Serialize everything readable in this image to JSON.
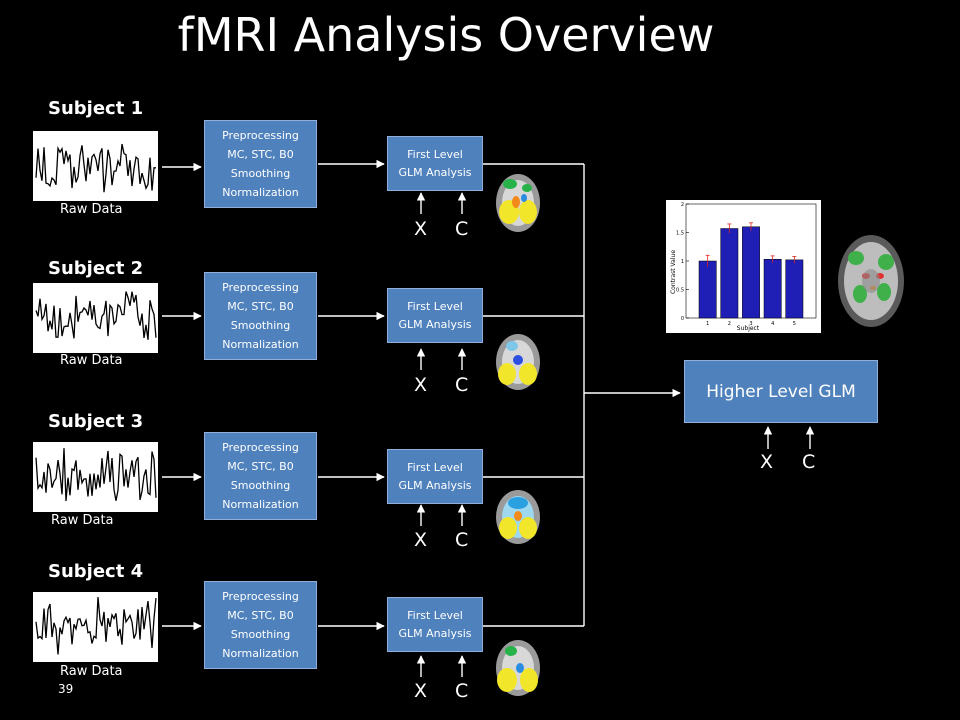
{
  "title": "fMRI Analysis Overview",
  "subjects": [
    {
      "label": "Subject 1",
      "raw_label": "Raw Data"
    },
    {
      "label": "Subject 2",
      "raw_label": "Raw Data"
    },
    {
      "label": "Subject 3",
      "raw_label": "Raw Data"
    },
    {
      "label": "Subject 4",
      "raw_label": "Raw Data"
    }
  ],
  "preprocessing": {
    "line1": "Preprocessing",
    "line2": "MC, STC, B0",
    "line3": "Smoothing",
    "line4": "Normalization"
  },
  "first_level": {
    "line1": "First Level",
    "line2": "GLM Analysis"
  },
  "higher_level": "Higher Level GLM",
  "design_labels": {
    "x": "X",
    "c": "C"
  },
  "page_number": "39",
  "colors": {
    "box_fill": "#4f81bd",
    "bar_fill": "#1f1fb5",
    "error_bar": "#e02020",
    "background": "#000000"
  },
  "chart_data": {
    "type": "bar",
    "categories": [
      "1",
      "2",
      "3",
      "4",
      "5"
    ],
    "values": [
      1.0,
      1.57,
      1.6,
      1.03,
      1.02
    ],
    "errors": [
      0.1,
      0.08,
      0.07,
      0.06,
      0.06
    ],
    "xlabel": "Subject",
    "ylabel": "Contrast Value",
    "ylim": [
      0,
      2
    ],
    "yticks": [
      "0",
      "0.5",
      "1",
      "1.5",
      "2"
    ]
  }
}
